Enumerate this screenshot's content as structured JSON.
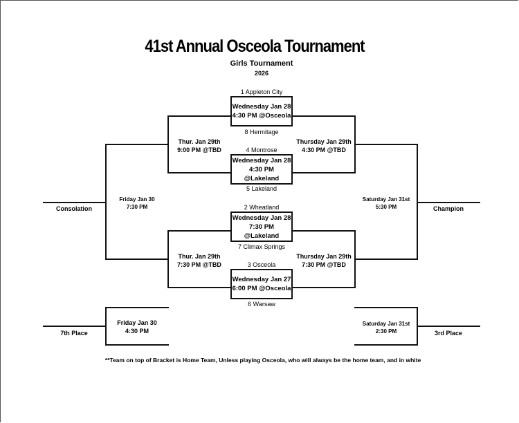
{
  "header": {
    "title": "41st Annual Osceola Tournament",
    "subtitle": "Girls Tournament",
    "year": "2026"
  },
  "first_round": [
    {
      "top_team": "1 Appleton City",
      "date": "Wednesday Jan 28",
      "time": "4:30 PM @Osceola",
      "bottom_team": "8 Hermitage"
    },
    {
      "top_team": "4 Montrose",
      "date": "Wednesday Jan 28",
      "time": "4:30 PM @Lakeland",
      "bottom_team": "5 Lakeland"
    },
    {
      "top_team": "2 Wheatland",
      "date": "Wednesday Jan 28",
      "time": "7:30 PM @Lakeland",
      "bottom_team": "7 Climax Springs"
    },
    {
      "top_team": "3 Osceola",
      "date": "Wednesday Jan 27",
      "time": "6:00 PM @Osceola",
      "bottom_team": "6 Warsaw"
    }
  ],
  "semis_left": [
    {
      "date": "Thur. Jan 29th",
      "time": "9:00 PM @TBD"
    },
    {
      "date": "Thur. Jan 29th",
      "time": "7:30 PM @TBD"
    }
  ],
  "semis_right": [
    {
      "date": "Thursday Jan 29th",
      "time": "4:30 PM @TBD"
    },
    {
      "date": "Thursday Jan 29th",
      "time": "7:30 PM @TBD"
    }
  ],
  "consolation": {
    "label": "Consolation",
    "date": "Friday Jan 30",
    "time": "7:30 PM"
  },
  "championship": {
    "label": "Champion",
    "date": "Saturday Jan 31st",
    "time": "5:30 PM"
  },
  "seventh_place": {
    "label": "7th Place",
    "date": "Friday Jan 30",
    "time": "4:30 PM"
  },
  "third_place": {
    "label": "3rd Place",
    "date": "Saturday Jan 31st",
    "time": "2:30 PM"
  },
  "footnote": "**Team on top of Bracket is Home Team, Unless playing Osceola, who will always be the home team, and in white"
}
